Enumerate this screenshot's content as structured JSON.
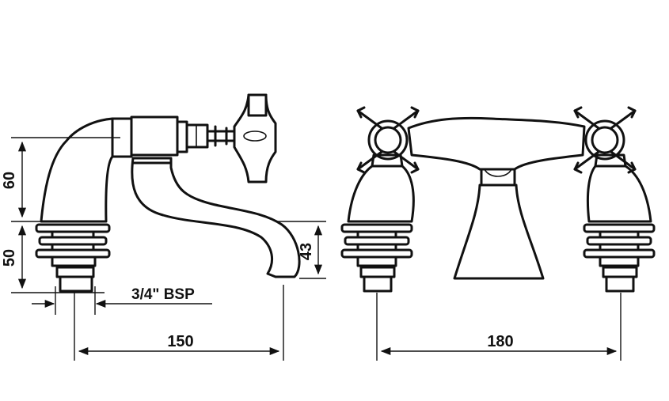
{
  "dimensions": {
    "height_upper": "60",
    "height_lower": "50",
    "spout_height": "43",
    "thread": "3/4\" BSP",
    "spout_reach": "150",
    "centres": "180"
  },
  "colors": {
    "line": "#111111",
    "background": "#ffffff"
  }
}
